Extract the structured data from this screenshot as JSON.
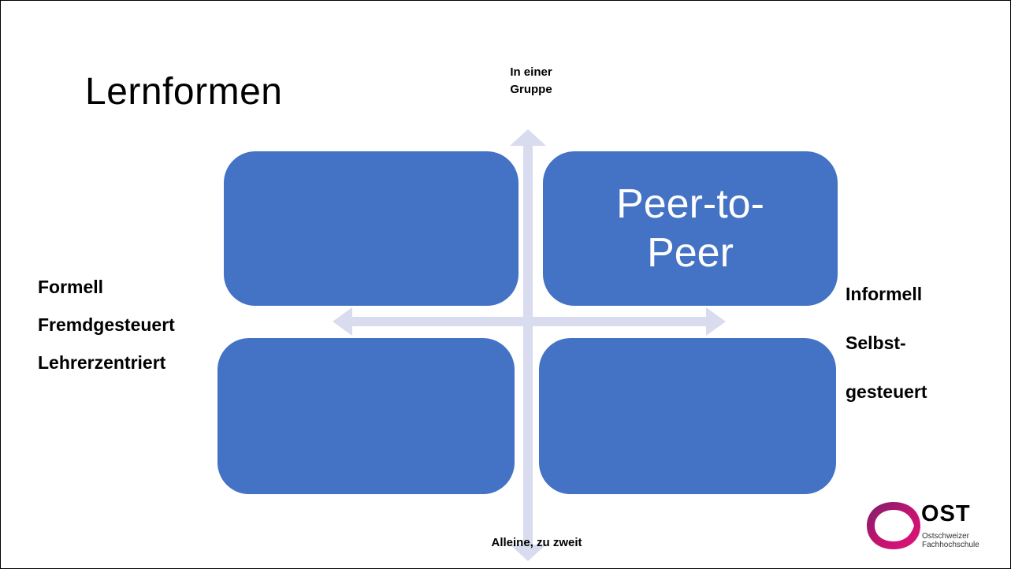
{
  "title": "Lernformen",
  "axes": {
    "top": [
      "In einer",
      "Gruppe"
    ],
    "bottom": "Alleine, zu zweit",
    "left": [
      "Formell",
      "Fremdgesteuert",
      "Lehrerzentriert"
    ],
    "right": [
      "Informell",
      "Selbst-",
      "gesteuert"
    ]
  },
  "quadrants": {
    "top_left": "",
    "top_right": [
      "Peer-to-",
      "Peer"
    ],
    "bottom_left": "",
    "bottom_right": ""
  },
  "logo": {
    "name": "OST",
    "subtitle": [
      "Ostschweizer",
      "Fachhochschule"
    ]
  },
  "colors": {
    "box_fill": "#4472c4",
    "arrow_fill": "#d9dcef",
    "logo_ring_outer": "#e0157a",
    "logo_ring_inner": "#7a1f6e"
  }
}
